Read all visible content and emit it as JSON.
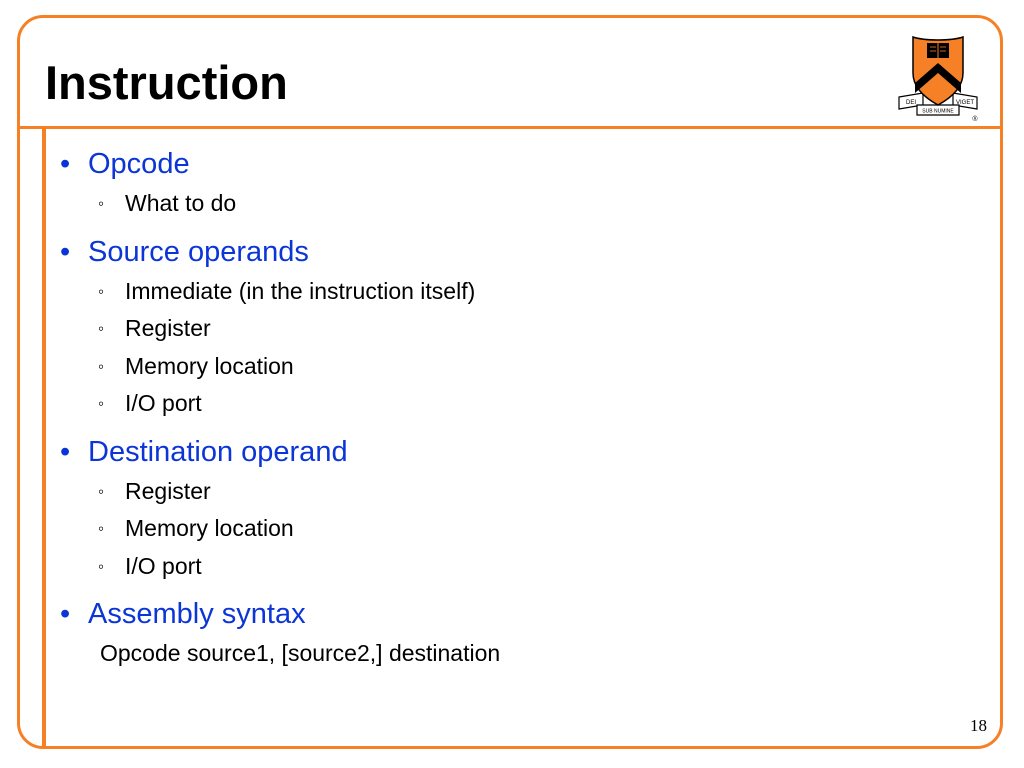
{
  "slide": {
    "title": "Instruction",
    "page_number": "18"
  },
  "logo": {
    "motto_left": "DEI",
    "motto_center": "SUB NUMINE",
    "motto_right": "VIGET",
    "mark": "®",
    "colors": {
      "orange": "#f58025",
      "black": "#000000"
    }
  },
  "bullets": [
    {
      "label": "Opcode",
      "subs": [
        "What to do"
      ]
    },
    {
      "label": "Source operands",
      "subs": [
        "Immediate (in the instruction itself)",
        "Register",
        "Memory location",
        "I/O port"
      ]
    },
    {
      "label": "Destination operand",
      "subs": [
        "Register",
        "Memory location",
        "I/O port"
      ]
    },
    {
      "label": "Assembly syntax",
      "subs": [],
      "plain": "Opcode source1, [source2,] destination"
    }
  ],
  "symbols": {
    "bullet": "•",
    "sub_bullet": "◦"
  },
  "colors": {
    "accent": "#f58025",
    "bullet_text": "#0b35d6",
    "body_text": "#000000"
  }
}
